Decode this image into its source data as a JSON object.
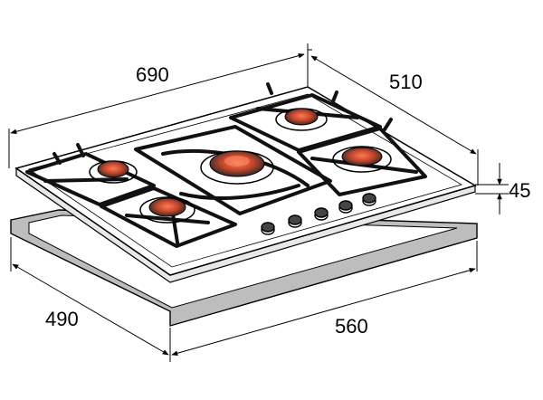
{
  "diagram": {
    "title": "",
    "dimensions": {
      "top_width": "690",
      "top_depth": "510",
      "height": "45",
      "cutout_depth": "490",
      "cutout_width": "560"
    },
    "colors": {
      "line": "#000000",
      "panel": "#ffffff",
      "cutout_frame": "#bdbdbd",
      "burner": "#2b2b2b",
      "burner_highlight": "#e05a3a"
    }
  }
}
